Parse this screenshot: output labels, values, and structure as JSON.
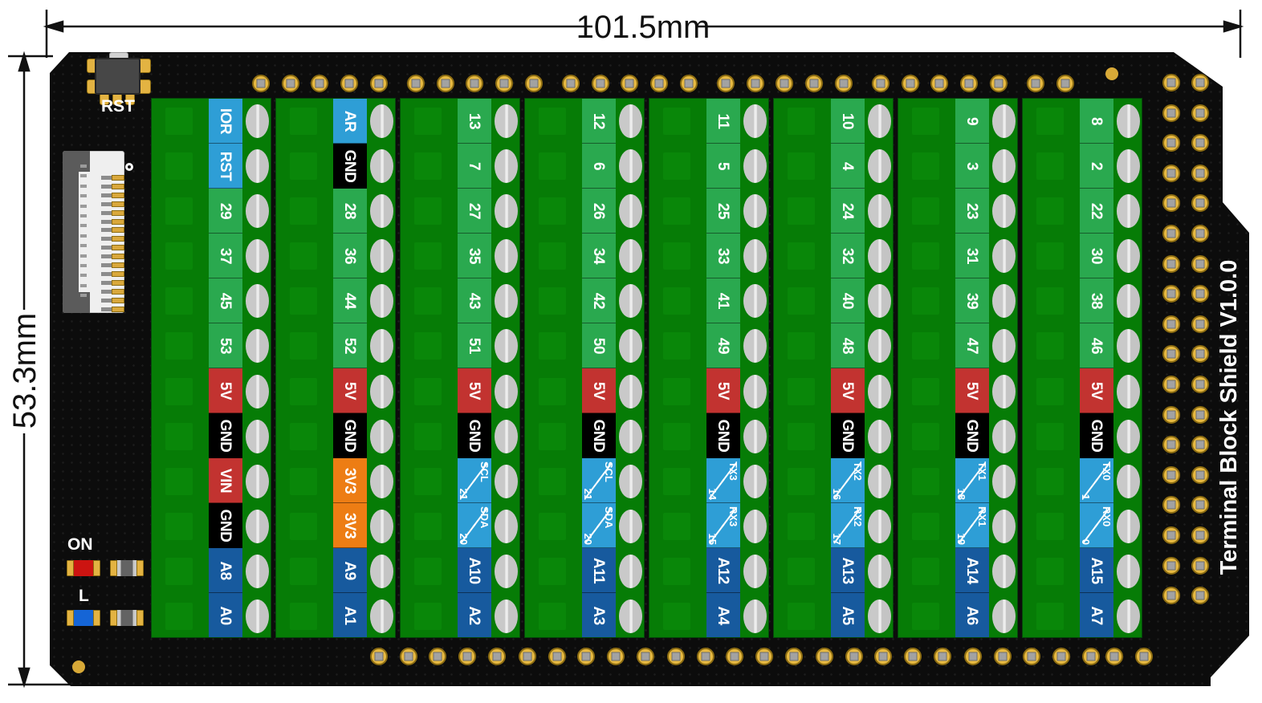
{
  "annotations": {
    "width": "101.5mm",
    "height": "53.3mm"
  },
  "silkscreen": {
    "reset": "RST",
    "power_led": "ON",
    "led": "L",
    "title": "Terminal Block Shield V1.0.0"
  },
  "pin_colors": {
    "io": "#2e9ed6",
    "digital": "#2aa94f",
    "power": "#c23330",
    "gnd": "#000000",
    "v33": "#ed7d14",
    "analog": "#175a9e",
    "serial": "#2e9ed6"
  },
  "terminal_columns": [
    {
      "pins": [
        {
          "label": "IOR",
          "type": "io"
        },
        {
          "label": "RST",
          "type": "io"
        },
        {
          "label": "29",
          "type": "digital"
        },
        {
          "label": "37",
          "type": "digital"
        },
        {
          "label": "45",
          "type": "digital"
        },
        {
          "label": "53",
          "type": "digital"
        },
        {
          "label": "5V",
          "type": "power"
        },
        {
          "label": "GND",
          "type": "gnd"
        },
        {
          "label": "VIN",
          "type": "power"
        },
        {
          "label": "GND",
          "type": "gnd"
        },
        {
          "label": "A8",
          "type": "analog"
        },
        {
          "label": "A0",
          "type": "analog"
        }
      ]
    },
    {
      "pins": [
        {
          "label": "AR",
          "type": "io"
        },
        {
          "label": "GND",
          "type": "gnd"
        },
        {
          "label": "28",
          "type": "digital"
        },
        {
          "label": "36",
          "type": "digital"
        },
        {
          "label": "44",
          "type": "digital"
        },
        {
          "label": "52",
          "type": "digital"
        },
        {
          "label": "5V",
          "type": "power"
        },
        {
          "label": "GND",
          "type": "gnd"
        },
        {
          "label": "3V3",
          "type": "v33"
        },
        {
          "label": "3V3",
          "type": "v33"
        },
        {
          "label": "A9",
          "type": "analog"
        },
        {
          "label": "A1",
          "type": "analog"
        }
      ]
    },
    {
      "pins": [
        {
          "label": "13",
          "type": "digital"
        },
        {
          "label": "7",
          "type": "digital"
        },
        {
          "label": "27",
          "type": "digital"
        },
        {
          "label": "35",
          "type": "digital"
        },
        {
          "label": "43",
          "type": "digital"
        },
        {
          "label": "51",
          "type": "digital"
        },
        {
          "label": "5V",
          "type": "power"
        },
        {
          "label": "GND",
          "type": "gnd"
        },
        {
          "label": "SCL",
          "sub": "21",
          "type": "serial"
        },
        {
          "label": "SDA",
          "sub": "20",
          "type": "serial"
        },
        {
          "label": "A10",
          "type": "analog"
        },
        {
          "label": "A2",
          "type": "analog"
        }
      ]
    },
    {
      "pins": [
        {
          "label": "12",
          "type": "digital"
        },
        {
          "label": "6",
          "type": "digital"
        },
        {
          "label": "26",
          "type": "digital"
        },
        {
          "label": "34",
          "type": "digital"
        },
        {
          "label": "42",
          "type": "digital"
        },
        {
          "label": "50",
          "type": "digital"
        },
        {
          "label": "5V",
          "type": "power"
        },
        {
          "label": "GND",
          "type": "gnd"
        },
        {
          "label": "SCL",
          "sub": "21",
          "type": "serial"
        },
        {
          "label": "SDA",
          "sub": "20",
          "type": "serial"
        },
        {
          "label": "A11",
          "type": "analog"
        },
        {
          "label": "A3",
          "type": "analog"
        }
      ]
    },
    {
      "pins": [
        {
          "label": "11",
          "type": "digital"
        },
        {
          "label": "5",
          "type": "digital"
        },
        {
          "label": "25",
          "type": "digital"
        },
        {
          "label": "33",
          "type": "digital"
        },
        {
          "label": "41",
          "type": "digital"
        },
        {
          "label": "49",
          "type": "digital"
        },
        {
          "label": "5V",
          "type": "power"
        },
        {
          "label": "GND",
          "type": "gnd"
        },
        {
          "label": "TX3",
          "sub": "14",
          "type": "serial"
        },
        {
          "label": "RX3",
          "sub": "15",
          "type": "serial"
        },
        {
          "label": "A12",
          "type": "analog"
        },
        {
          "label": "A4",
          "type": "analog"
        }
      ]
    },
    {
      "pins": [
        {
          "label": "10",
          "type": "digital"
        },
        {
          "label": "4",
          "type": "digital"
        },
        {
          "label": "24",
          "type": "digital"
        },
        {
          "label": "32",
          "type": "digital"
        },
        {
          "label": "40",
          "type": "digital"
        },
        {
          "label": "48",
          "type": "digital"
        },
        {
          "label": "5V",
          "type": "power"
        },
        {
          "label": "GND",
          "type": "gnd"
        },
        {
          "label": "TX2",
          "sub": "16",
          "type": "serial"
        },
        {
          "label": "RX2",
          "sub": "17",
          "type": "serial"
        },
        {
          "label": "A13",
          "type": "analog"
        },
        {
          "label": "A5",
          "type": "analog"
        }
      ]
    },
    {
      "pins": [
        {
          "label": "9",
          "type": "digital"
        },
        {
          "label": "3",
          "type": "digital"
        },
        {
          "label": "23",
          "type": "digital"
        },
        {
          "label": "31",
          "type": "digital"
        },
        {
          "label": "39",
          "type": "digital"
        },
        {
          "label": "47",
          "type": "digital"
        },
        {
          "label": "5V",
          "type": "power"
        },
        {
          "label": "GND",
          "type": "gnd"
        },
        {
          "label": "TX1",
          "sub": "18",
          "type": "serial"
        },
        {
          "label": "RX1",
          "sub": "19",
          "type": "serial"
        },
        {
          "label": "A14",
          "type": "analog"
        },
        {
          "label": "A6",
          "type": "analog"
        }
      ]
    },
    {
      "pins": [
        {
          "label": "8",
          "type": "digital"
        },
        {
          "label": "2",
          "type": "digital"
        },
        {
          "label": "22",
          "type": "digital"
        },
        {
          "label": "30",
          "type": "digital"
        },
        {
          "label": "38",
          "type": "digital"
        },
        {
          "label": "46",
          "type": "digital"
        },
        {
          "label": "5V",
          "type": "power"
        },
        {
          "label": "GND",
          "type": "gnd"
        },
        {
          "label": "TX0",
          "sub": "1",
          "type": "serial"
        },
        {
          "label": "RX0",
          "sub": "0",
          "type": "serial"
        },
        {
          "label": "A15",
          "type": "analog"
        },
        {
          "label": "A7",
          "type": "analog"
        }
      ]
    }
  ]
}
